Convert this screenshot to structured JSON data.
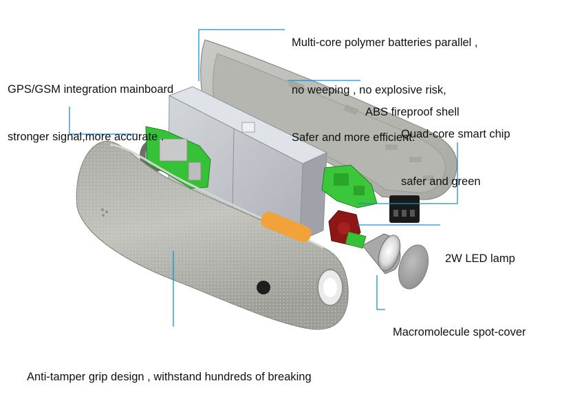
{
  "colors": {
    "leader_line": "#1a8fd0",
    "shell_grey": "#b9bab4",
    "battery_grey": "#c3c6cb",
    "pcb_green": "#36c236",
    "led_red": "#8e1616",
    "indicator_orange": "#f2a23a"
  },
  "labels": {
    "batteries": [
      "Multi-core polymer batteries parallel ,",
      "no weeping , no explosive risk,",
      "Safer and more efficient."
    ],
    "gps": [
      "GPS/GSM integration mainboard",
      "stronger signal,more accurate ."
    ],
    "abs": [
      "ABS fireproof shell"
    ],
    "chip": [
      "Quad-core smart chip",
      "safer and green"
    ],
    "led": [
      "2W LED lamp"
    ],
    "cover": [
      "Macromolecule spot-cover"
    ],
    "grip": [
      "Anti-tamper grip design , withstand hundreds of breaking"
    ]
  },
  "parts": {
    "top_shell": "ABS fireproof shell",
    "battery_pack": "polymer batteries",
    "mainboard": "GPS/GSM mainboard",
    "chip_board": "smart chip board",
    "led_lamp": "LED lamp",
    "reflector": "reflector cup",
    "spot_cover": "spot-cover lens",
    "bottom_shell": "grip shell"
  }
}
